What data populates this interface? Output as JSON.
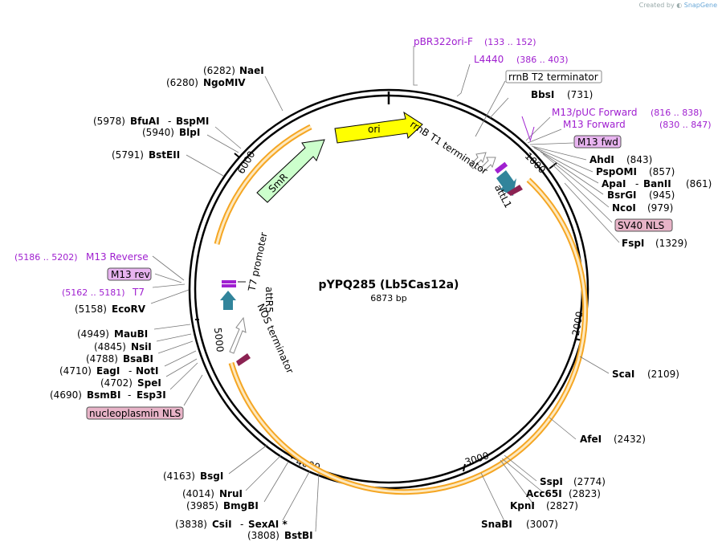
{
  "credit": {
    "prefix": "Created by",
    "brand": "SnapGene"
  },
  "plasmid": {
    "name": "pYPQ285 (Lb5Cas12a)",
    "length": "6873 bp"
  },
  "ticks": [
    "1000",
    "2000",
    "3000",
    "4000",
    "5000",
    "6000"
  ],
  "features": {
    "ori": "ori",
    "smr": "SmR",
    "t7_promoter": "T7 promoter",
    "attr5": "attR5",
    "nos_terminator": "NOS terminator",
    "rrnb_t1": "rrnB T1 terminator",
    "attl1": "attL1"
  },
  "boxed": {
    "rrnb_t2": "rrnB T2 terminator",
    "m13_fwd": "M13 fwd",
    "sv40_nls": "SV40 NLS",
    "m13_rev": "M13 rev",
    "nucleoplasmin_nls": "nucleoplasmin NLS"
  },
  "primers": {
    "pbr322": {
      "name": "pBR322ori-F",
      "range": "(133 .. 152)"
    },
    "l4440": {
      "name": "L4440",
      "range": "(386 .. 403)"
    },
    "m13_puc_fwd": {
      "name": "M13/pUC Forward",
      "range": "(816 .. 838)"
    },
    "m13_fwd": {
      "name": "M13 Forward",
      "range": "(830 .. 847)"
    },
    "m13_reverse": {
      "name": "M13 Reverse",
      "range": "(5186 .. 5202)"
    },
    "t7": {
      "name": "T7",
      "range": "(5162 .. 5181)"
    }
  },
  "sites": {
    "naei": {
      "pos": "(6282)",
      "name": "NaeI"
    },
    "ngomiv": {
      "pos": "(6280)",
      "name": "NgoMIV"
    },
    "bfuai": {
      "pos": "(5978)",
      "name": "BfuAI",
      "sep": "-",
      "name2": "BspMI"
    },
    "blpi": {
      "pos": "(5940)",
      "name": "BlpI"
    },
    "bsteii": {
      "pos": "(5791)",
      "name": "BstEII"
    },
    "bbsi": {
      "name": "BbsI",
      "pos": "(731)"
    },
    "ahdi": {
      "name": "AhdI",
      "pos": "(843)"
    },
    "pspomi": {
      "name": "PspOMI",
      "pos": "(857)"
    },
    "apai": {
      "name": "ApaI",
      "sep": "-",
      "name2": "BanII",
      "pos": "(861)"
    },
    "bsrgi": {
      "name": "BsrGI",
      "pos": "(945)"
    },
    "ncoi": {
      "name": "NcoI",
      "pos": "(979)"
    },
    "fspi": {
      "name": "FspI",
      "pos": "(1329)"
    },
    "scai": {
      "name": "ScaI",
      "pos": "(2109)"
    },
    "afei": {
      "name": "AfeI",
      "pos": "(2432)"
    },
    "sspi": {
      "name": "SspI",
      "pos": "(2774)"
    },
    "acc65i": {
      "name": "Acc65I",
      "pos": "(2823)"
    },
    "kpni": {
      "name": "KpnI",
      "pos": "(2827)"
    },
    "snabi": {
      "name": "SnaBI",
      "pos": "(3007)"
    },
    "ecorv": {
      "pos": "(5158)",
      "name": "EcoRV"
    },
    "maubi": {
      "pos": "(4949)",
      "name": "MauBI"
    },
    "nsii": {
      "pos": "(4845)",
      "name": "NsiI"
    },
    "bsabi": {
      "pos": "(4788)",
      "name": "BsaBI"
    },
    "eagi": {
      "pos": "(4710)",
      "name": "EagI",
      "sep": "-",
      "name2": "NotI"
    },
    "spei": {
      "pos": "(4702)",
      "name": "SpeI"
    },
    "bsmbi": {
      "pos": "(4690)",
      "name": "BsmBI",
      "sep": "-",
      "name2": "Esp3I"
    },
    "bsgi": {
      "pos": "(4163)",
      "name": "BsgI"
    },
    "nrui": {
      "pos": "(4014)",
      "name": "NruI"
    },
    "bmgbi": {
      "pos": "(3985)",
      "name": "BmgBI"
    },
    "csii": {
      "pos": "(3838)",
      "name": "CsiI",
      "sep": "-",
      "name2": "SexAI *"
    },
    "bstbi": {
      "pos": "(3808)",
      "name": "BstBI"
    }
  },
  "colors": {
    "ori": "#ffff00",
    "smr": "#ccffcc",
    "att": "#31849b",
    "nls": "#e8b4c8",
    "primer": "#a020d0",
    "orange_cds": "#f5a623",
    "cds_fill": "#fde9c0"
  }
}
